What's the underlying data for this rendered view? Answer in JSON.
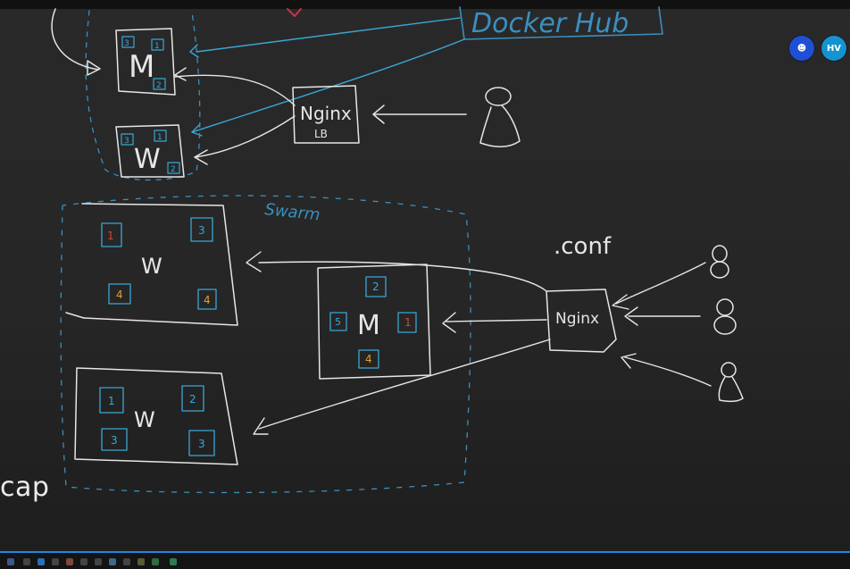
{
  "whiteboard": {
    "docker_hub_text": "Docker Hub",
    "swarm_label": "Swarm",
    "conf_label": ".conf",
    "nginx_lb_text": "Nginx",
    "lb_text": "LB",
    "nginx_text": "Nginx",
    "manager_letter": "M",
    "worker_letter": "W",
    "top_manager_tasks": [
      "3",
      "1",
      "2"
    ],
    "top_worker_tasks": [
      "3",
      "1",
      "2"
    ],
    "worker1_tasks": [
      "1",
      "3",
      "4",
      "4"
    ],
    "manager2_tasks": [
      "2",
      "5",
      "1",
      "4"
    ],
    "worker2_tasks": [
      "1",
      "2",
      "3",
      "3"
    ]
  },
  "participants": {
    "user_icon": "person-icon",
    "hv_initials": "HV"
  },
  "caption": "cap",
  "colors": {
    "chalk": "#e6e6e6",
    "blue_ink": "#3aa6d6",
    "red_ink": "#d9453b",
    "orange_ink": "#e0a030"
  }
}
